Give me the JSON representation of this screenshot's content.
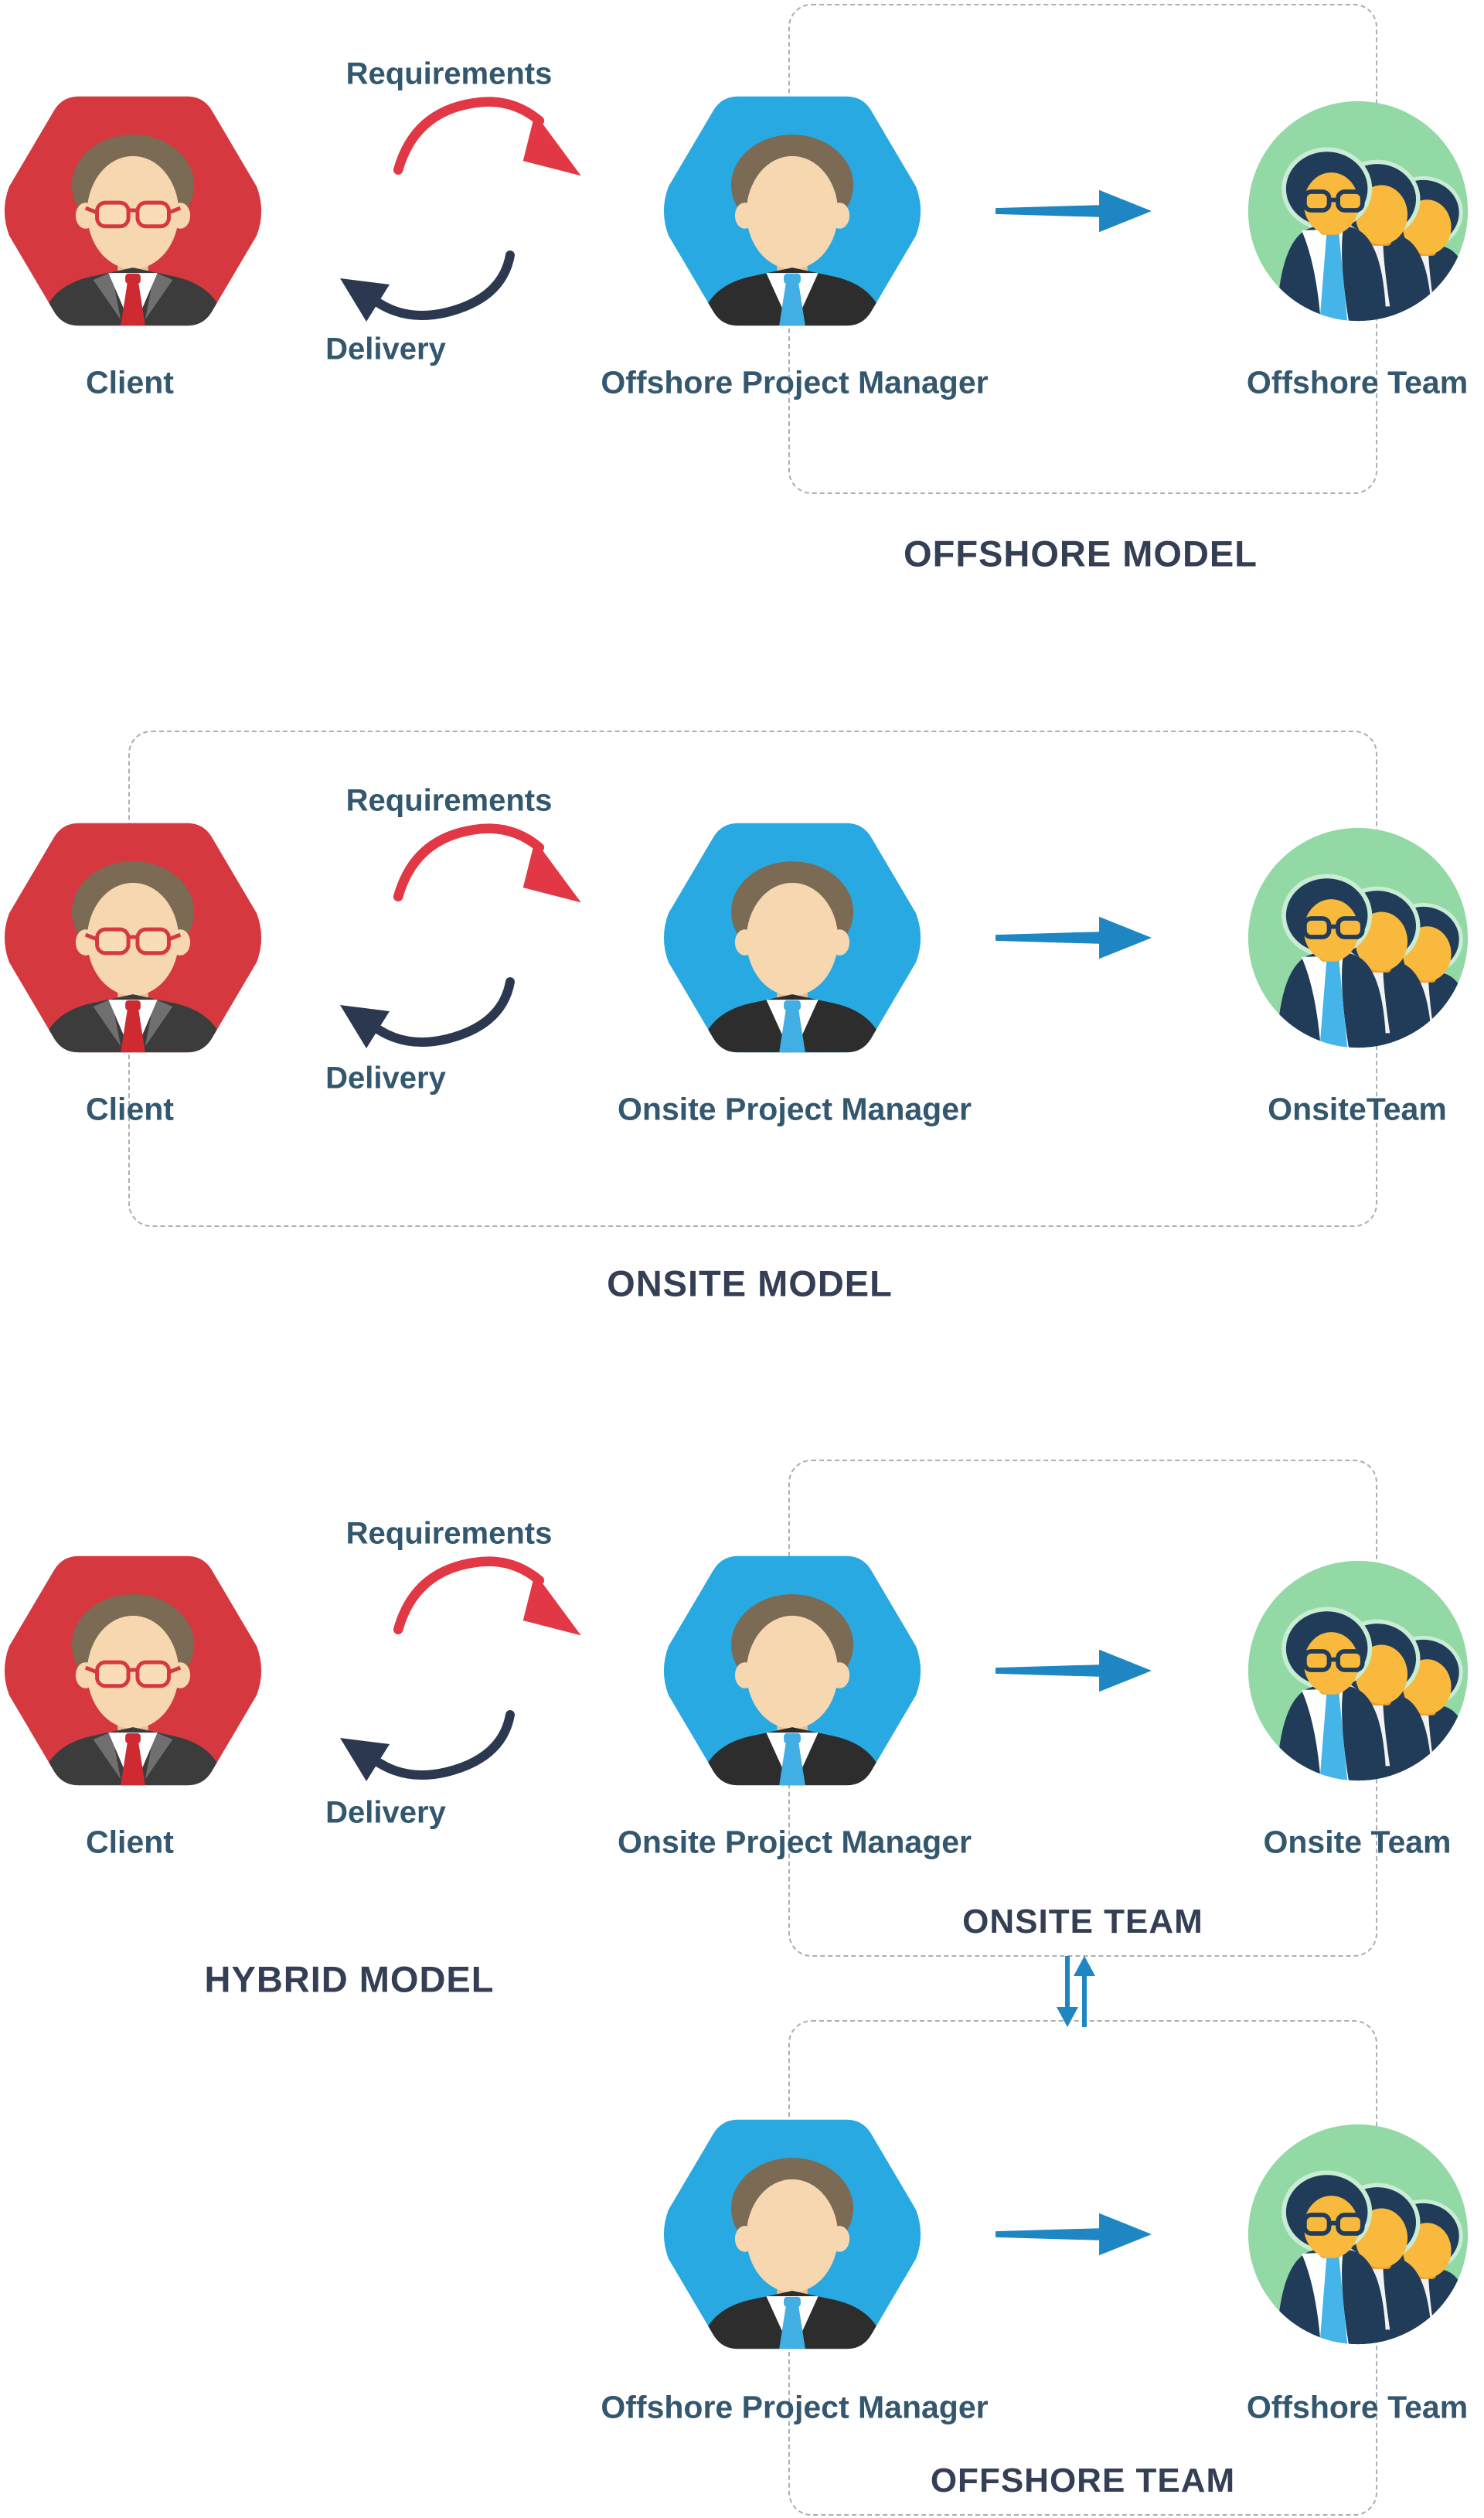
{
  "diagram": {
    "title_implied": "",
    "sections": [
      {
        "id": "offshore-model",
        "caption": "OFFSHORE MODEL",
        "client": "Client",
        "requirements": "Requirements",
        "delivery": "Delivery",
        "manager": "Offshore Project Manager",
        "team": "Offshore Team"
      },
      {
        "id": "onsite-model",
        "caption": "ONSITE MODEL",
        "client": "Client",
        "requirements": "Requirements",
        "delivery": "Delivery",
        "manager": "Onsite Project Manager",
        "team": "OnsiteTeam"
      },
      {
        "id": "hybrid-model",
        "caption": "HYBRID MODEL",
        "client": "Client",
        "requirements": "Requirements",
        "delivery": "Delivery",
        "manager": "Onsite Project Manager",
        "team": "Onsite Team",
        "onsite_box_caption": "ONSITE TEAM",
        "offshore": {
          "manager": "Offshore Project Manager",
          "team": "Offshore Team",
          "box_caption": "OFFSHORE TEAM"
        }
      }
    ],
    "icons": {
      "client": "client-avatar-icon",
      "manager": "project-manager-avatar-icon",
      "team": "team-avatar-icon",
      "requirements": "requirements-curved-arrow-icon",
      "delivery": "delivery-curved-arrow-icon",
      "flow": "right-flow-arrow-icon",
      "exchange": "up-down-exchange-arrows-icon"
    },
    "colors": {
      "client_hex": "#d6383f",
      "manager_hex": "#29a9e1",
      "team_circle": "#92d9a6",
      "team_halo": "#c9ecd4",
      "requirements_arrow": "#e23744",
      "delivery_arrow": "#2b3850",
      "flow_arrow": "#1e86c2",
      "label_text": "#33576e",
      "caption_text": "#343e54",
      "dash_border": "#abafb5",
      "skin": "#f6d7b0",
      "skin_shadow": "#eac092",
      "hair_brown": "#7b6a54",
      "pm_suit": "#2d2d2d",
      "client_suit": "#3c3c3c",
      "client_lapel": "#6f6f6f",
      "shirt": "#ffffff",
      "client_tie": "#cf2a32",
      "pm_tie": "#41aee4",
      "team_navy": "#213c59",
      "team_face": "#f9b93c",
      "team_face_shadow": "#ef9d26",
      "team_tie": "#45b4e8",
      "team_shirt": "#f2f2f2"
    }
  }
}
